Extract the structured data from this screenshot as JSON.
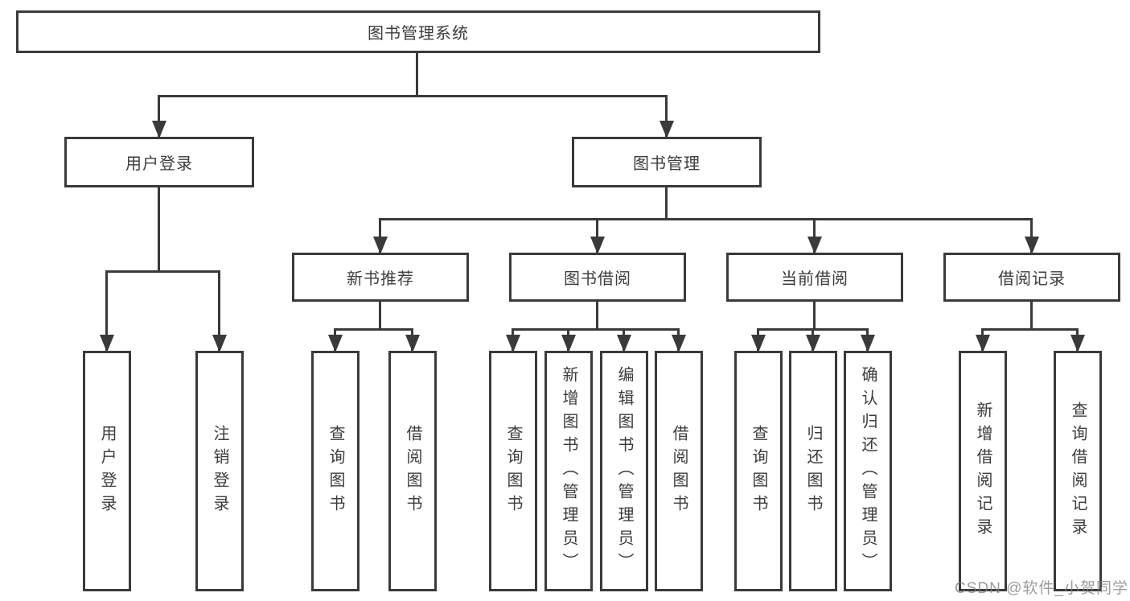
{
  "colors": {
    "line": "#3a3a3a",
    "text": "#3c3c3c",
    "background": "#ffffff",
    "watermark": "#808080"
  },
  "root": {
    "label": "图书管理系统"
  },
  "modules": [
    {
      "label": "用户登录",
      "children": [
        {
          "label": "用户登录"
        },
        {
          "label": "注销登录"
        }
      ]
    },
    {
      "label": "图书管理",
      "children": [
        {
          "label": "新书推荐",
          "children": [
            {
              "label": "查询图书"
            },
            {
              "label": "借阅图书"
            }
          ]
        },
        {
          "label": "图书借阅",
          "children": [
            {
              "label": "查询图书"
            },
            {
              "label": "新增图书（管理员）"
            },
            {
              "label": "编辑图书（管理员）"
            },
            {
              "label": "借阅图书"
            }
          ]
        },
        {
          "label": "当前借阅",
          "children": [
            {
              "label": "查询图书"
            },
            {
              "label": "归还图书"
            },
            {
              "label": "确认归还（管理员）"
            }
          ]
        },
        {
          "label": "借阅记录",
          "children": [
            {
              "label": "新增借阅记录"
            },
            {
              "label": "查询借阅记录"
            }
          ]
        }
      ]
    }
  ],
  "watermark": {
    "text": "CSDN @软件_小贺同学"
  }
}
